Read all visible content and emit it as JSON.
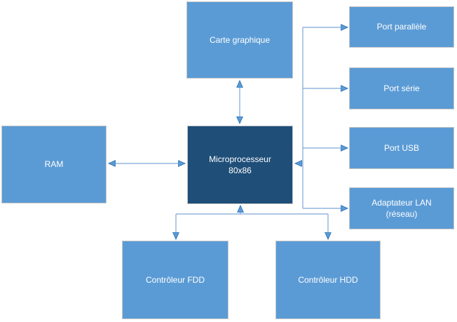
{
  "diagram": {
    "type": "block-diagram",
    "language": "fr",
    "nodes": {
      "carte_graphique": {
        "label": "Carte graphique"
      },
      "ram": {
        "label": "RAM"
      },
      "microprocesseur": {
        "label": "Microprocesseur 80x86"
      },
      "port_parallele": {
        "label": "Port parallèle"
      },
      "port_serie": {
        "label": "Port série"
      },
      "port_usb": {
        "label": "Port USB"
      },
      "adaptateur_lan": {
        "label": "Adaptateur LAN (réseau)"
      },
      "controleur_fdd": {
        "label": "Contrôleur FDD"
      },
      "controleur_hdd": {
        "label": "Contrôleur HDD"
      }
    },
    "edges": [
      {
        "from": "ram",
        "to": "microprocesseur",
        "arrows": "both"
      },
      {
        "from": "carte_graphique",
        "to": "microprocesseur",
        "arrows": "both"
      },
      {
        "from": "microprocesseur",
        "to": "port_parallele",
        "arrows": "to-target",
        "via": "right-bus"
      },
      {
        "from": "microprocesseur",
        "to": "port_serie",
        "arrows": "to-target",
        "via": "right-bus"
      },
      {
        "from": "microprocesseur",
        "to": "port_usb",
        "arrows": "to-target",
        "via": "right-bus"
      },
      {
        "from": "microprocesseur",
        "to": "adaptateur_lan",
        "arrows": "to-target",
        "via": "right-bus"
      },
      {
        "from": "right-bus",
        "to": "microprocesseur",
        "arrows": "to-target"
      },
      {
        "from": "microprocesseur",
        "to": "controleur_fdd",
        "arrows": "to-target",
        "via": "bottom-bus"
      },
      {
        "from": "microprocesseur",
        "to": "controleur_hdd",
        "arrows": "to-target",
        "via": "bottom-bus"
      },
      {
        "from": "bottom-bus",
        "to": "microprocesseur",
        "arrows": "to-target"
      }
    ],
    "colors": {
      "node_fill": "#5B9BD5",
      "node_fill_dark": "#1F4E79",
      "node_border": "#C9C9C9",
      "node_text": "#FFFFFF",
      "connector_line": "#7EA6D8",
      "arrowhead_fill": "#5B9BD5",
      "arrowhead_stroke": "#2E75B6",
      "background": "#FFFFFF"
    }
  }
}
